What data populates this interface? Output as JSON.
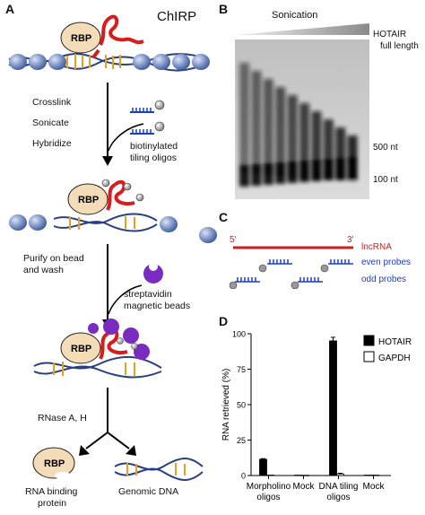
{
  "panels": {
    "a": {
      "letter": "A",
      "title": "ChIRP",
      "rbp_label": "RBP",
      "steps1": [
        "Crosslink",
        "Sonicate",
        "Hybridize"
      ],
      "oligo_label": [
        "biotinylated",
        "tiling oligos"
      ],
      "steps2": [
        "Purify on bead",
        "and wash"
      ],
      "bead_label": [
        "streptavidin",
        "magnetic beads"
      ],
      "step3": "RNase A, H",
      "product1": [
        "RNA binding",
        "protein"
      ],
      "product2": "Genomic DNA"
    },
    "b": {
      "letter": "B",
      "title": "Sonication",
      "markers": [
        "HOTAIR",
        "full length",
        "500 nt",
        "100 nt"
      ]
    },
    "c": {
      "letter": "C",
      "five": "5'",
      "three": "3'",
      "lncrna": "lncRNA",
      "even": "even probes",
      "odd": "odd probes",
      "colors": {
        "rna": "#cc1f1f",
        "probe": "#1a3fcc"
      }
    },
    "d": {
      "letter": "D"
    }
  },
  "chart_data": {
    "type": "bar",
    "ylabel": "RNA retrieved (%)",
    "ylim": [
      0,
      100
    ],
    "yticks": [
      0,
      25,
      50,
      75,
      100
    ],
    "categories": [
      "Morpholino oligos",
      "Mock",
      "DNA tiling oligos",
      "Mock"
    ],
    "category_lines": [
      [
        "Morpholino",
        "oligos"
      ],
      [
        "Mock"
      ],
      [
        "DNA tiling",
        "oligos"
      ],
      [
        "Mock"
      ]
    ],
    "series": [
      {
        "name": "HOTAIR",
        "values": [
          11.5,
          0.3,
          95,
          0.3
        ],
        "color": "#000000"
      },
      {
        "name": "GAPDH",
        "values": [
          0.3,
          0.2,
          1.2,
          0.3
        ],
        "color": "#ffffff"
      }
    ],
    "errors": [
      [
        0.4,
        0,
        2.5,
        0
      ],
      [
        0,
        0,
        0.4,
        0
      ]
    ],
    "legend_position": "top-right"
  }
}
